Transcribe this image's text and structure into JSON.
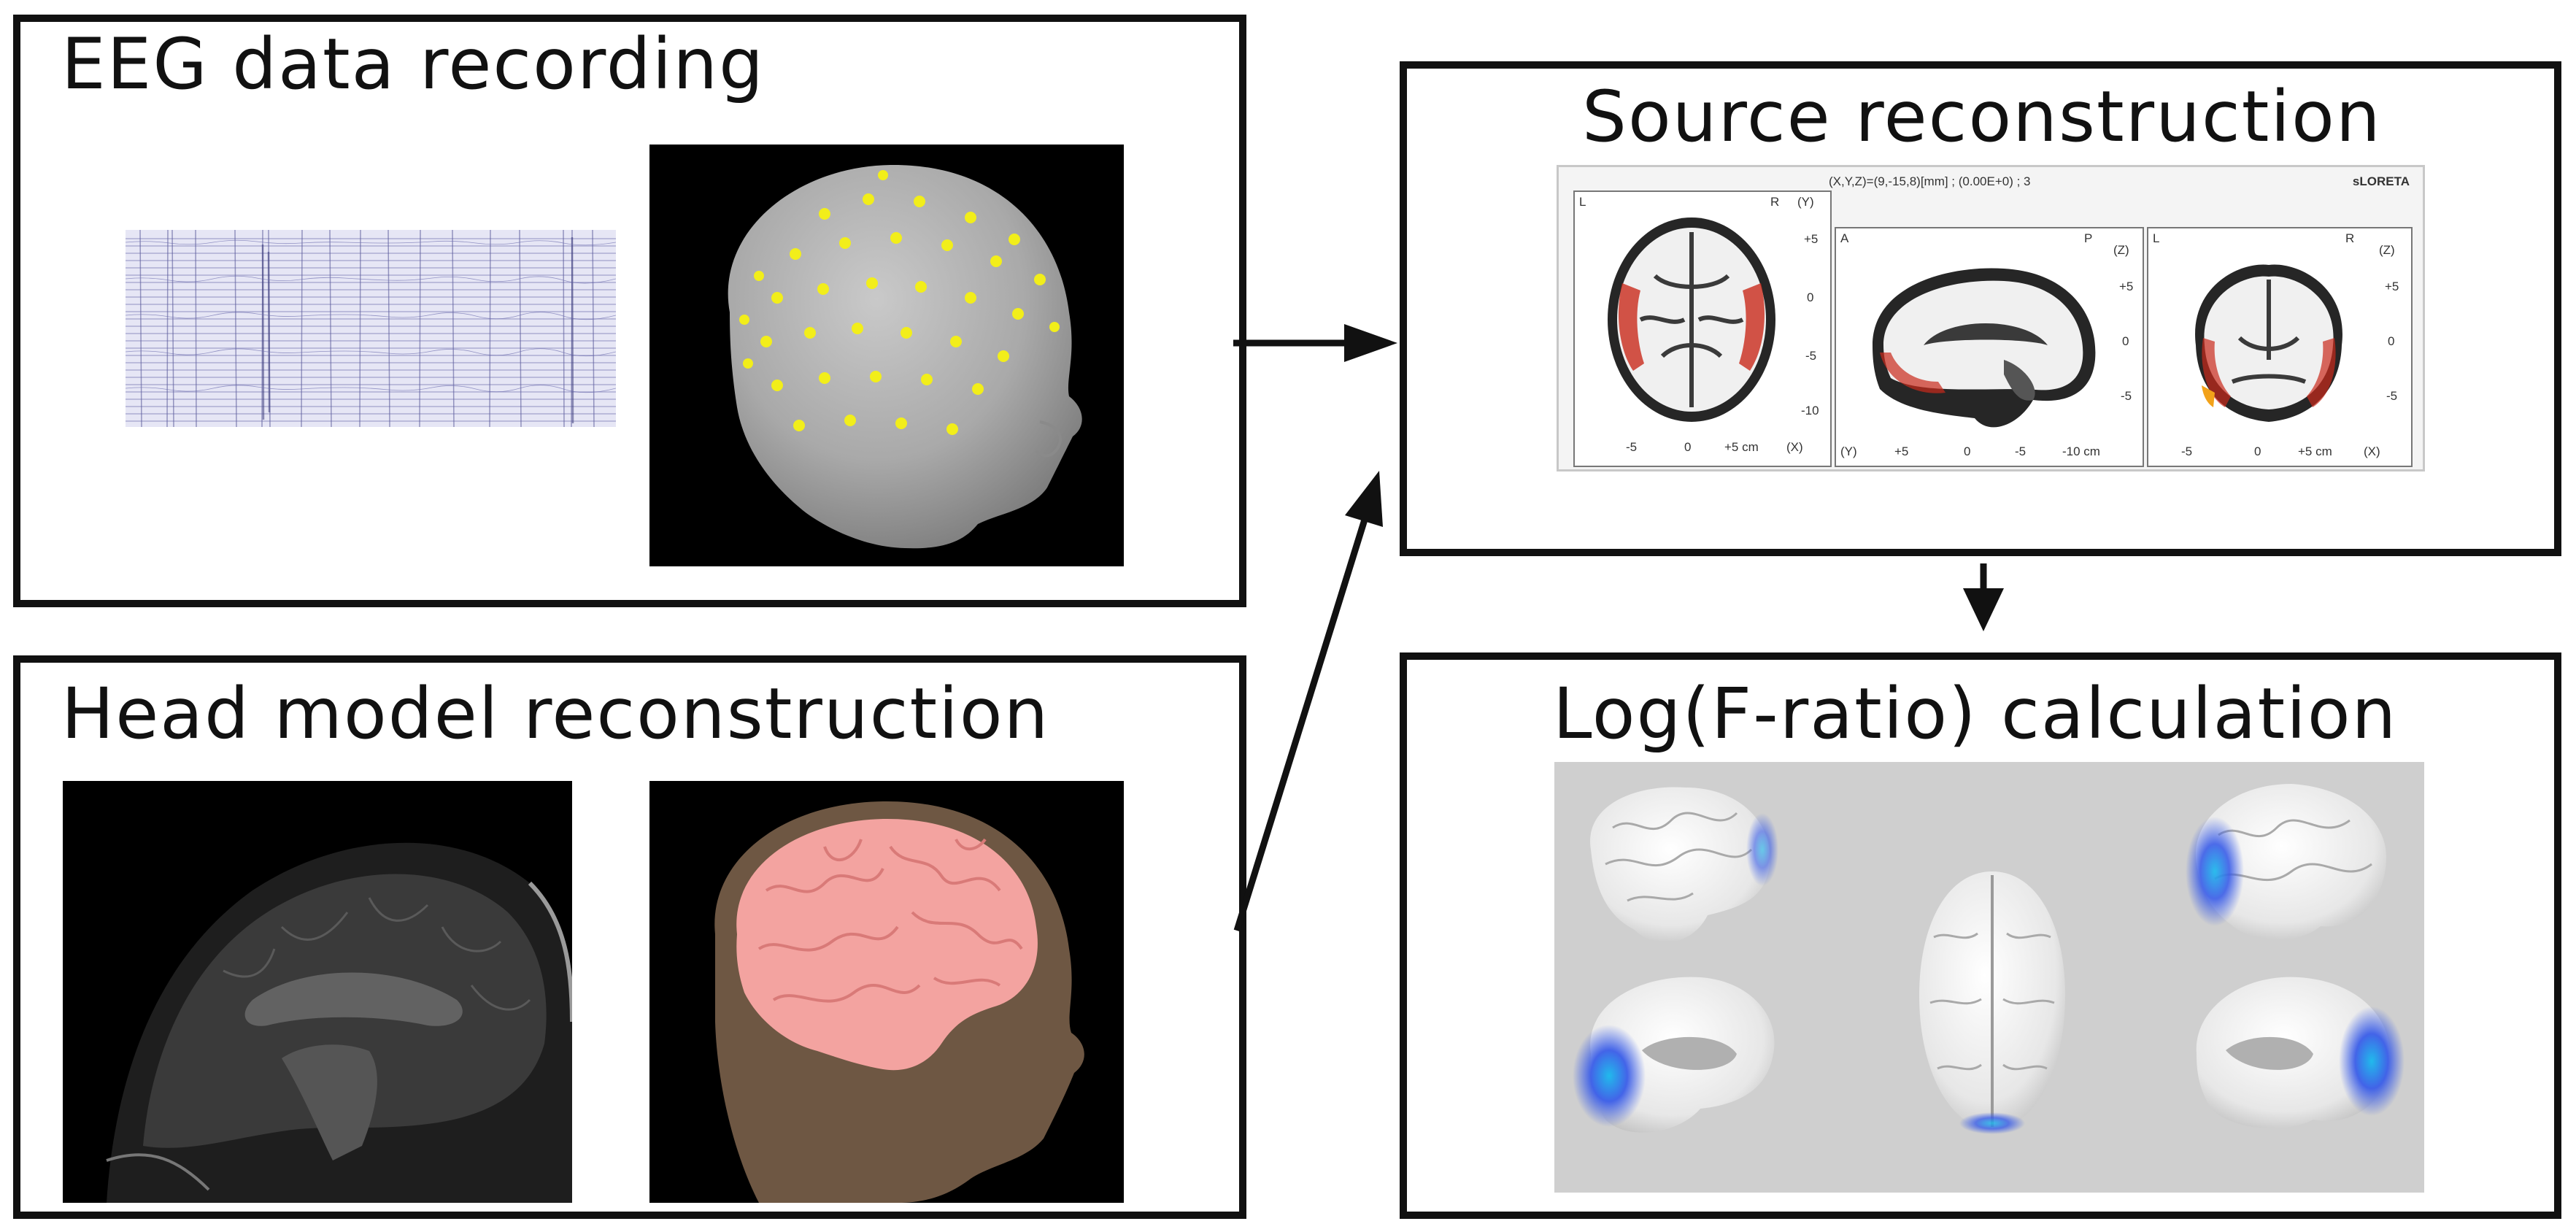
{
  "panels": {
    "eeg": {
      "title": "EEG data recording"
    },
    "head_model": {
      "title": "Head model reconstruction"
    },
    "source": {
      "title": "Source reconstruction",
      "coord_readout": "(X,Y,Z)=(9,-15,8)[mm] ; (0.00E+0) ; 3",
      "software": "sLORETA",
      "view1": {
        "left": "L",
        "right": "R",
        "axis": "(Y)",
        "ticks": [
          "+5",
          "0",
          "-5",
          "-10"
        ],
        "xticks": [
          "-5",
          "0",
          "+5 cm"
        ],
        "xaxis": "(X)"
      },
      "view2": {
        "left": "A",
        "right": "P",
        "axis": "(Z)",
        "ticks": [
          "+5",
          "0",
          "-5"
        ],
        "xticks": [
          "+5",
          "0",
          "-5",
          "-10 cm"
        ],
        "xaxis": "(Y)"
      },
      "view3": {
        "left": "L",
        "right": "R",
        "axis": "(Z)",
        "ticks": [
          "+5",
          "0",
          "-5"
        ],
        "xticks": [
          "-5",
          "0",
          "+5 cm"
        ],
        "xaxis": "(X)"
      }
    },
    "logf": {
      "title": "Log(F-ratio) calculation"
    }
  },
  "colors": {
    "border": "#111111",
    "eeg_trace_bg": "#e6e6f5",
    "electrode": "#f2ee1a",
    "brain_pink": "#f3a3a0",
    "head_skin": "#6e5743",
    "activation_blue": "#3a5de8",
    "activation_cyan": "#16b7ec",
    "activation_red": "#c92a1b",
    "logf_bg": "#cfcfcf"
  },
  "icons": [
    "arrow-right-icon",
    "arrow-up-right-icon",
    "arrow-down-icon"
  ]
}
